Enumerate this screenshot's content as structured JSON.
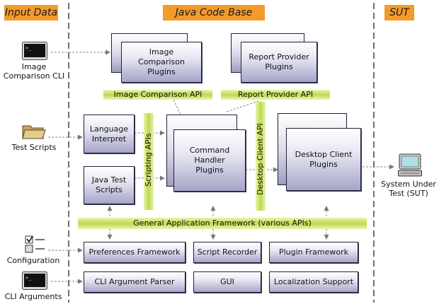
{
  "headers": {
    "input": "Input Data",
    "code": "Java Code Base",
    "sut": "SUT"
  },
  "inputs": {
    "image_cli": "Image Comparison CLI",
    "test_scripts": "Test Scripts",
    "configuration": "Configuration",
    "cli_arguments": "CLI Arguments"
  },
  "modules": {
    "image_comparison_plugins": "Image Comparison Plugins",
    "report_provider_plugins": "Report Provider Plugins",
    "language_interpret": "Language Interpret",
    "java_test_scripts": "Java Test Scripts",
    "command_handler_plugins": "Command Handler Plugins",
    "desktop_client_plugins": "Desktop Client Plugins",
    "preferences_framework": "Preferences Framework",
    "script_recorder": "Script Recorder",
    "plugin_framework": "Plugin Framework",
    "cli_argument_parser": "CLI Argument Parser",
    "gui": "GUI",
    "localization_support": "Localization Support"
  },
  "apis": {
    "image_comparison_api": "Image Comparison API",
    "report_provider_api": "Report Provider API",
    "scripting_apis": "Scripting APIs",
    "desktop_client_api": "Desktop Client API",
    "general_framework": "General Application Framework (various APIs)"
  },
  "sut": {
    "label": "System Under Test (SUT)"
  },
  "icons": {
    "terminal": "terminal-icon",
    "folder": "folder-icon",
    "checklist": "checklist-icon",
    "computer": "computer-icon"
  },
  "colors": {
    "header": "#f39a2a",
    "api_bar": "#bcd955",
    "box_bottom": "#a4a4c8"
  }
}
